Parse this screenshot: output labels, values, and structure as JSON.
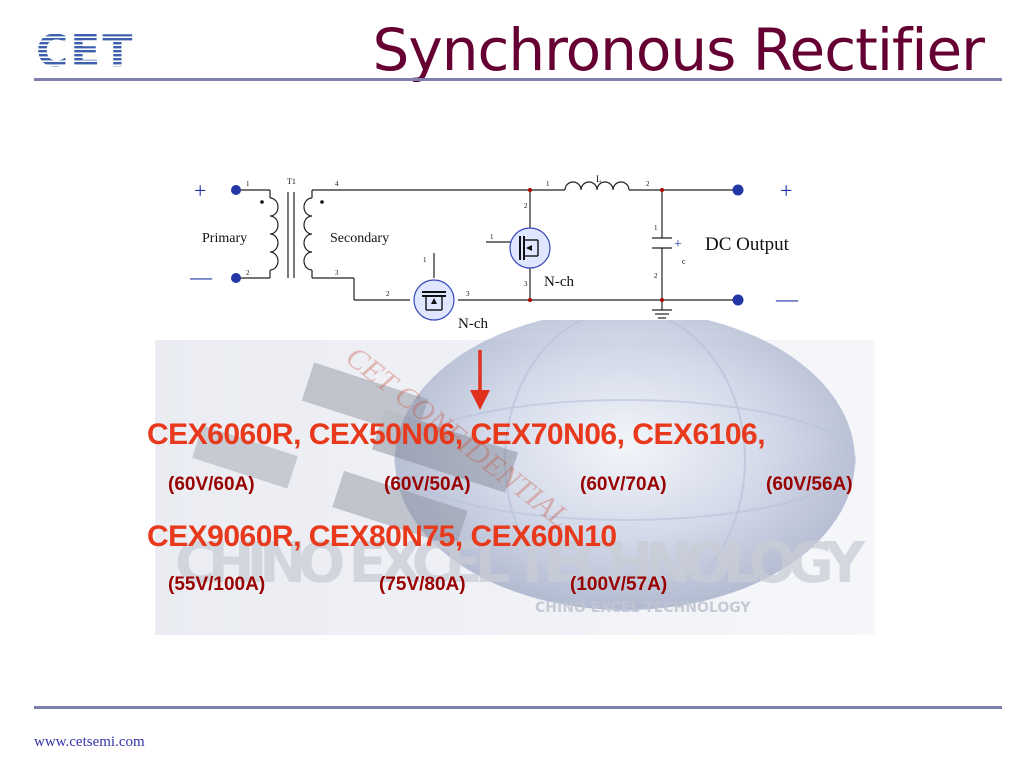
{
  "slide": {
    "title": "Synchronous Rectifier",
    "logo_text": "CET",
    "footer_url": "www.cetsemi.com"
  },
  "circuit": {
    "primary_label": "Primary",
    "secondary_label": "Secondary",
    "transformer_label": "T1",
    "inductor_label": "L",
    "capacitor_label": "c",
    "output_label": "DC Output",
    "mosfet_top_label": "N-ch",
    "mosfet_bottom_label": "N-ch",
    "plus": "+",
    "minus": "—",
    "pins": {
      "tp1": "1",
      "tp2": "2",
      "ts4": "4",
      "ts3": "3",
      "l1": "1",
      "l2": "2",
      "q1_2": "2",
      "q1_1": "1",
      "q1_3": "3",
      "q2_1": "1",
      "q2_2": "2",
      "q2_3": "3",
      "c1": "1",
      "c2": "2"
    }
  },
  "watermark": {
    "confidential": "CET CONFIDENTIAL",
    "company_big": "CHINO EXCEL TECHNOLOGY",
    "company_small": "CHINO EXCEL TECHNOLOGY"
  },
  "parts_row1": {
    "text": "CEX6060R, CEX50N06, CEX70N06, CEX6106,",
    "specs": [
      "(60V/60A)",
      "(60V/50A)",
      "(60V/70A)",
      "(60V/56A)"
    ]
  },
  "parts_row2": {
    "text": "CEX9060R, CEX80N75, CEX60N10",
    "specs": [
      "(55V/100A)",
      "(75V/80A)",
      "(100V/57A)"
    ]
  },
  "colors": {
    "title": "#660033",
    "parts": "#e8391c",
    "specs": "#990000",
    "rule": "#8080b0",
    "arrow": "#e03020",
    "logo": "#3d5fb0"
  }
}
